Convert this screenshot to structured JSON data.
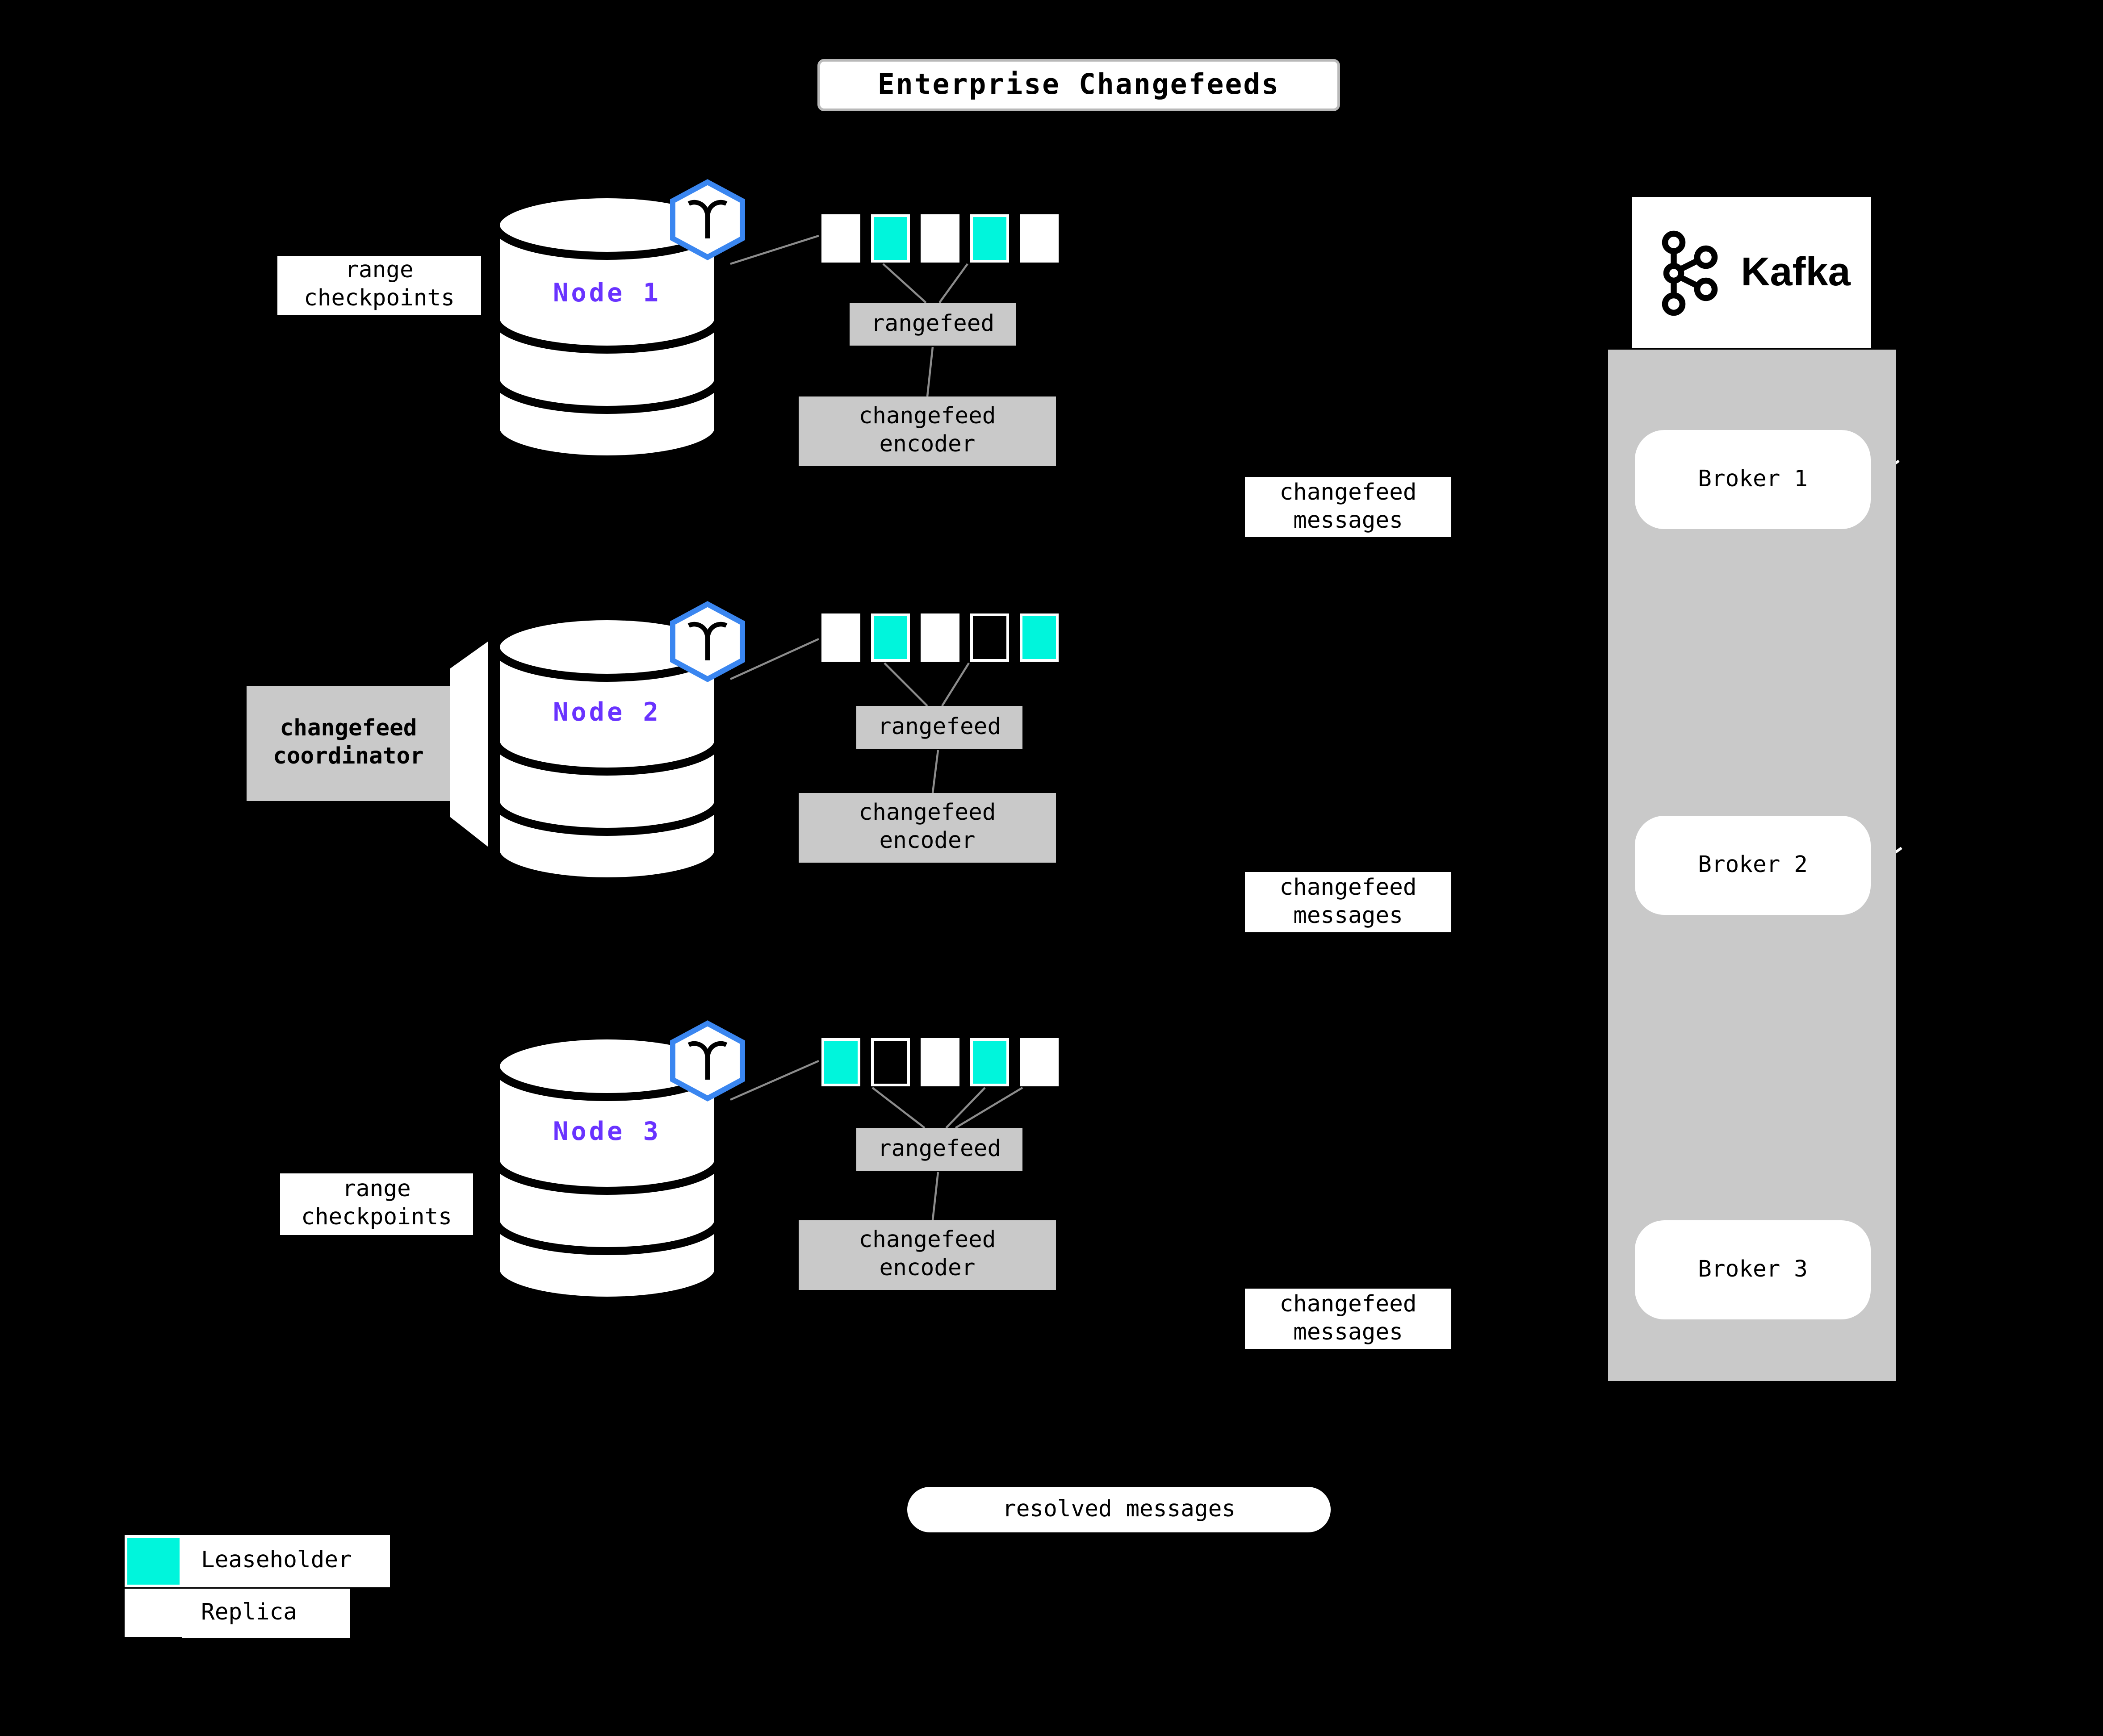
{
  "title": "Enterprise Changefeeds",
  "nodes": [
    {
      "label": "Node 1",
      "replicas": [
        "replica",
        "leaseholder",
        "replica",
        "leaseholder",
        "replica"
      ]
    },
    {
      "label": "Node 2",
      "replicas": [
        "replica",
        "leaseholder",
        "replica",
        "empty",
        "leaseholder"
      ]
    },
    {
      "label": "Node 3",
      "replicas": [
        "leaseholder",
        "empty",
        "replica",
        "leaseholder",
        "replica"
      ]
    }
  ],
  "labels": {
    "range_checkpoints": [
      "range",
      "checkpoints"
    ],
    "changefeed_coordinator": [
      "changefeed",
      "coordinator"
    ],
    "rangefeed": "rangefeed",
    "changefeed_encoder": [
      "changefeed",
      "encoder"
    ],
    "changefeed_messages": [
      "changefeed",
      "messages"
    ],
    "resolved_messages": "resolved messages"
  },
  "kafka": {
    "name": "Kafka",
    "brokers": [
      "Broker 1",
      "Broker 2",
      "Broker 3"
    ]
  },
  "legend": [
    {
      "type": "leaseholder",
      "label": "Leaseholder"
    },
    {
      "type": "replica",
      "label": "Replica"
    }
  ],
  "colors": {
    "leaseholder": "#00F5DC",
    "replica": "#FFFFFF",
    "node_label": "#6933FF",
    "hexagon_border": "#3A86F0",
    "box_gray": "#C9C9C9",
    "background": "#000000"
  }
}
